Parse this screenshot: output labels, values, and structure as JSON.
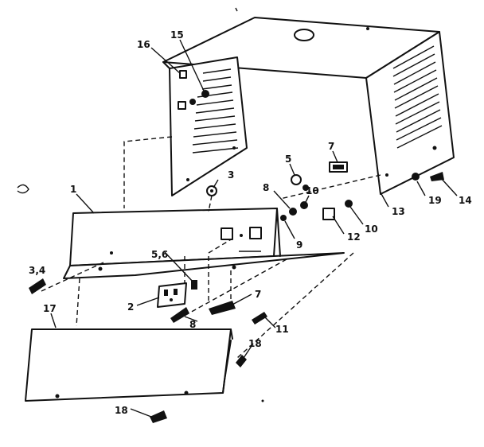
{
  "callouts": [
    {
      "id": "c16",
      "text": "16"
    },
    {
      "id": "c15",
      "text": "15"
    },
    {
      "id": "c7a",
      "text": "7"
    },
    {
      "id": "c5a",
      "text": "5"
    },
    {
      "id": "c3",
      "text": "3"
    },
    {
      "id": "c8a",
      "text": "8"
    },
    {
      "id": "c10a",
      "text": "10"
    },
    {
      "id": "c1",
      "text": "1"
    },
    {
      "id": "c9",
      "text": "9"
    },
    {
      "id": "c12",
      "text": "12"
    },
    {
      "id": "c10b",
      "text": "10"
    },
    {
      "id": "c13",
      "text": "13"
    },
    {
      "id": "c19",
      "text": "19"
    },
    {
      "id": "c14",
      "text": "14"
    },
    {
      "id": "c34",
      "text": "3,4"
    },
    {
      "id": "c56",
      "text": "5,6"
    },
    {
      "id": "c2",
      "text": "2"
    },
    {
      "id": "c7b",
      "text": "7"
    },
    {
      "id": "c8b",
      "text": "8"
    },
    {
      "id": "c11",
      "text": "11"
    },
    {
      "id": "c17",
      "text": "17"
    },
    {
      "id": "c18a",
      "text": "18"
    },
    {
      "id": "c18b",
      "text": "18"
    }
  ]
}
